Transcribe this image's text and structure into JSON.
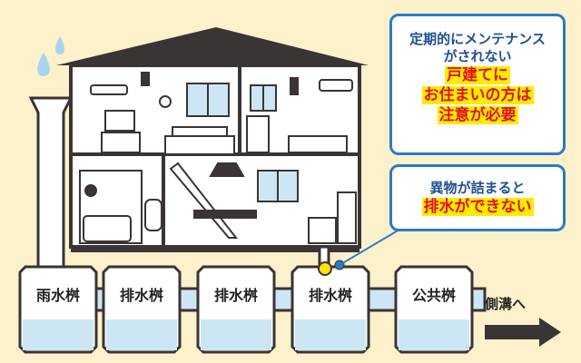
{
  "callout_top": {
    "line1": "定期的にメンテナンス",
    "line2": "がされない",
    "warn1": "戸建てに",
    "warn2": "お住まいの方は",
    "warn3": "注意が必要"
  },
  "callout_bottom": {
    "line1": "異物が詰まると",
    "warn1": "排水ができない"
  },
  "basins": [
    "雨水桝",
    "排水桝",
    "排水桝",
    "排水桝",
    "公共桝"
  ],
  "gutter_label": "側溝へ",
  "colors": {
    "background": "#fdf1cc",
    "outline": "#3a3434",
    "water": "#cde6f4",
    "callout_border": "#2a7bc4",
    "warning_text": "#e0121e",
    "highlight": "#ffea00"
  }
}
